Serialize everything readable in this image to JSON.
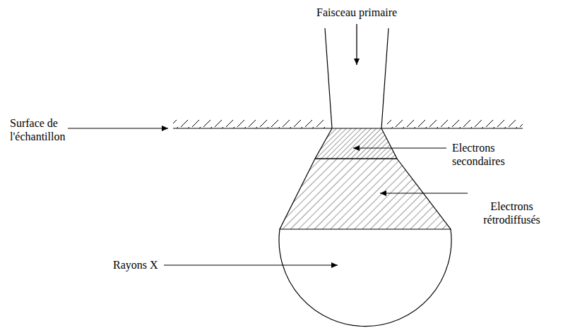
{
  "diagram": {
    "labels": [
      "Faisceau primaire",
      "Surface de l'échantillon",
      "Electrons secondaires",
      "Electrons rétrodiffusés",
      "Rayons X"
    ]
  }
}
